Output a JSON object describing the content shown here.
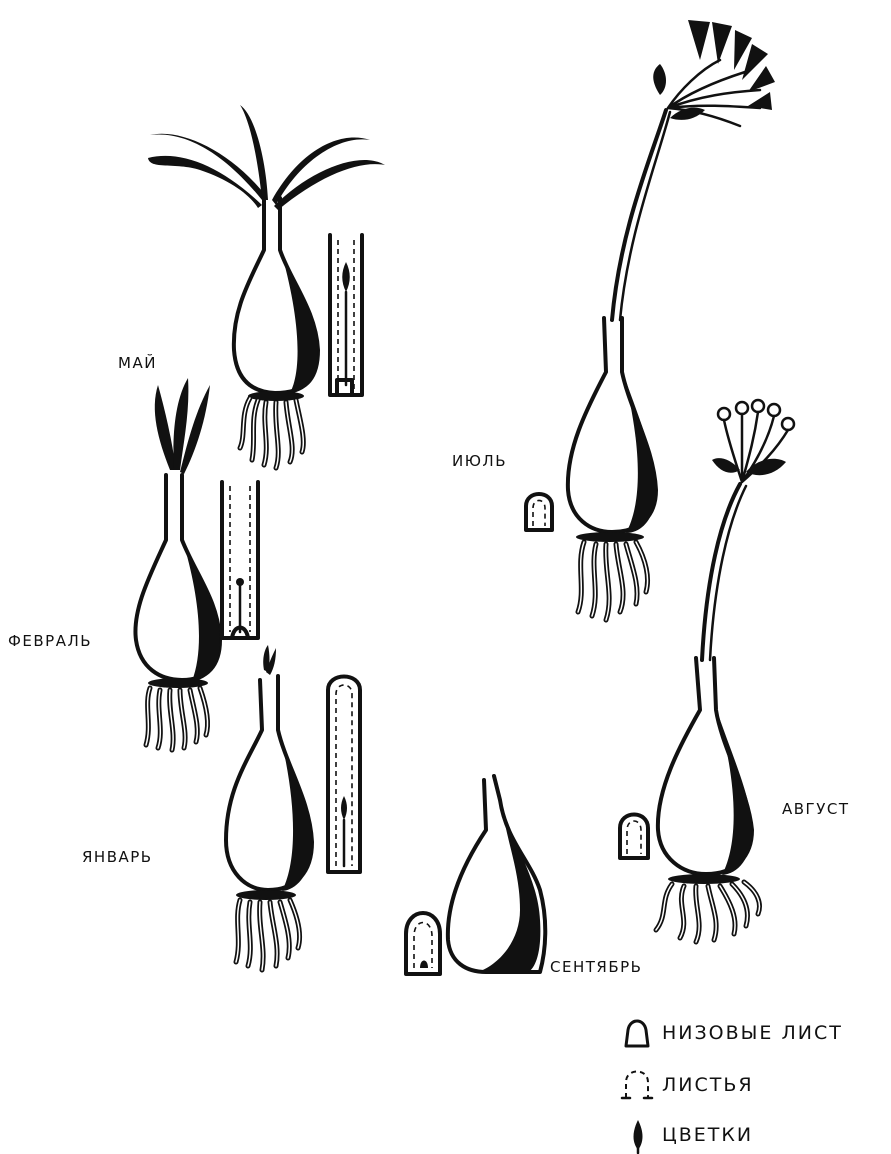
{
  "labels": {
    "may": "МАЙ",
    "february": "ФЕВРАЛЬ",
    "january": "ЯНВАРЬ",
    "july": "ИЮЛЬ",
    "august": "АВГУСТ",
    "september": "СЕНТЯБРЬ"
  },
  "legend": {
    "items": [
      {
        "icon": "scale-leaf-icon",
        "label": "НИЗОВЫЕ ЛИСТ"
      },
      {
        "icon": "leaf-outline-icon",
        "label": "ЛИСТЬЯ"
      },
      {
        "icon": "flower-bud-icon",
        "label": "ЦВЕТКИ"
      }
    ]
  },
  "colors": {
    "ink": "#111111",
    "paper": "#ffffff"
  }
}
